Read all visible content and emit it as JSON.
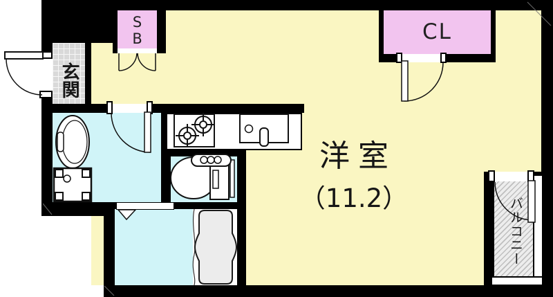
{
  "floorplan": {
    "rooms": {
      "main": {
        "label": "洋室",
        "area": "（11.2）"
      },
      "entrance": {
        "label": "玄関"
      },
      "shoe_box": {
        "label": "SB"
      },
      "closet": {
        "label": "CL"
      },
      "balcony": {
        "label": "バルコニー"
      }
    },
    "fixtures": [
      "entrance-door",
      "shoe-box-double-doors",
      "closet-door",
      "washroom-door",
      "bath-folding-door",
      "balcony-door",
      "gas-stove-2-burner",
      "kitchen-sink",
      "wash-basin",
      "washing-machine-pan",
      "toilet",
      "bathtub"
    ],
    "colors": {
      "wall": "#000000",
      "room_yellow": "#faf6c2",
      "wet_area_cyan": "#d0f4f8",
      "storage_pink": "#f2c4ef",
      "entrance_tile": "#d9d9d9",
      "balcony_gray": "#d9d9d9"
    }
  }
}
